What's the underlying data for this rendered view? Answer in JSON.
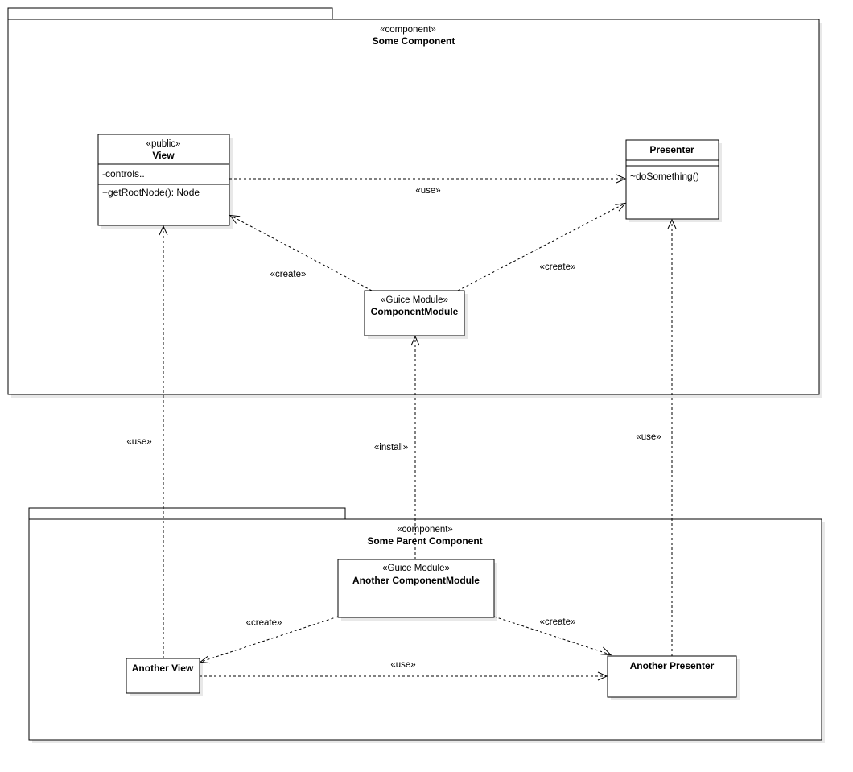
{
  "packages": {
    "some_component": {
      "stereotype": "«component»",
      "name": "Some Component"
    },
    "parent_component": {
      "stereotype": "«component»",
      "name": "Some Parent Component"
    }
  },
  "classes": {
    "view": {
      "stereotype": "«public»",
      "name": "View",
      "attribute": "-controls..",
      "operation": "+getRootNode(): Node"
    },
    "presenter": {
      "name": "Presenter",
      "operation": "~doSomething()"
    },
    "component_module": {
      "stereotype": "«Guice Module»",
      "name": "ComponentModule"
    },
    "another_module": {
      "stereotype": "«Guice Module»",
      "name": "Another ComponentModule"
    },
    "another_view": {
      "name": "Another View"
    },
    "another_presenter": {
      "name": "Another Presenter"
    }
  },
  "relations": {
    "view_use_presenter": "«use»",
    "module_create_view": "«create»",
    "module_create_presenter": "«create»",
    "another_view_use_view": "«use»",
    "another_module_install_module": "«install»",
    "another_presenter_use_presenter": "«use»",
    "another_module_create_view": "«create»",
    "another_module_create_presenter": "«create»",
    "another_view_use_another_presenter": "«use»"
  }
}
